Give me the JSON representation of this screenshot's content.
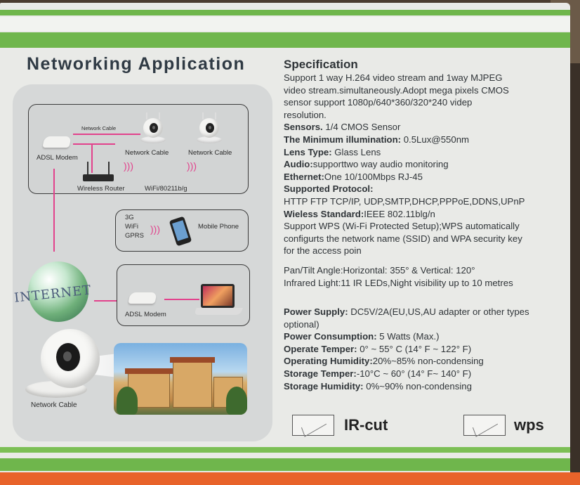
{
  "title": "Networking Application",
  "diagram": {
    "box1": {
      "network_cable_top": "Network Cable",
      "adsl_modem": "ADSL Modem",
      "network_cable_1": "Network Cable",
      "network_cable_2": "Network Cable",
      "wireless_router": "Wireless Router",
      "wifi_std": "WiFi/80211b/g"
    },
    "box2": {
      "l1": "3G",
      "l2": "WiFi",
      "l3": "GPRS",
      "mobile_phone": "Mobile Phone"
    },
    "box3": {
      "adsl_modem": "ADSL Modem"
    },
    "internet": "INTERNET",
    "network_cable_bottom": "Network Cable"
  },
  "spec": {
    "heading": "Specification",
    "intro": [
      "Support 1 way H.264 video stream and 1way MJPEG",
      "video stream.simultaneously.Adopt mega pixels CMOS",
      "sensor support 1080p/640*360/320*240 videp",
      "resolution."
    ],
    "sensors_label": "Sensors.",
    "sensors_value": " 1/4 CMOS Sensor",
    "min_illum_label": "The Minimum illumination:",
    "min_illum_value": " 0.5Lux@550nm",
    "lens_label": "Lens Type:",
    "lens_value": " Glass Lens",
    "audio_label": "Audio:",
    "audio_value": "supporttwo way audio monitoring",
    "ethernet_label": "Ethernet:",
    "ethernet_value": "One 10/100Mbps RJ-45",
    "protocol_label": "Supported Protocol:",
    "protocol_value": "HTTP FTP TCP/IP, UDP,SMTP,DHCP,PPPoE,DDNS,UPnP",
    "wireless_label": "Wieless Standard:",
    "wireless_value": "IEEE 802.11blg/n",
    "wps_lines": [
      "Support WPS (Wi-Fi Protected Setup);WPS automatically",
      "configurts the network name (SSID) and WPA security key",
      "for the access poin"
    ],
    "pantilt": "Pan/Tilt Angle:Horizontal: 355° & Vertical: 120°",
    "infrared": "Infrared Light:11 IR LEDs,Night visibility up to 10 metres",
    "power_supply_label": "Power Supply:",
    "power_supply_value": " DC5V/2A(EU,US,AU adapter or other types",
    "power_supply_value2": "optional)",
    "power_cons_label": "Power Consumption:",
    "power_cons_value": " 5 Watts (Max.)",
    "op_temp_label": "Operate Temper:",
    "op_temp_value": " 0°  ~ 55° C (14° F ~ 122° F)",
    "op_hum_label": "Operating Humidity:",
    "op_hum_value": "20%~85% non-condensing",
    "st_temp_label": "Storage Temper:",
    "st_temp_value": "-10°C ~ 60°   (14° F~ 140° F)",
    "st_hum_label": "Storage Humidity:",
    "st_hum_value": " 0%~90% non-condensing"
  },
  "features": {
    "ircut": "IR-cut",
    "wps": "wps"
  }
}
